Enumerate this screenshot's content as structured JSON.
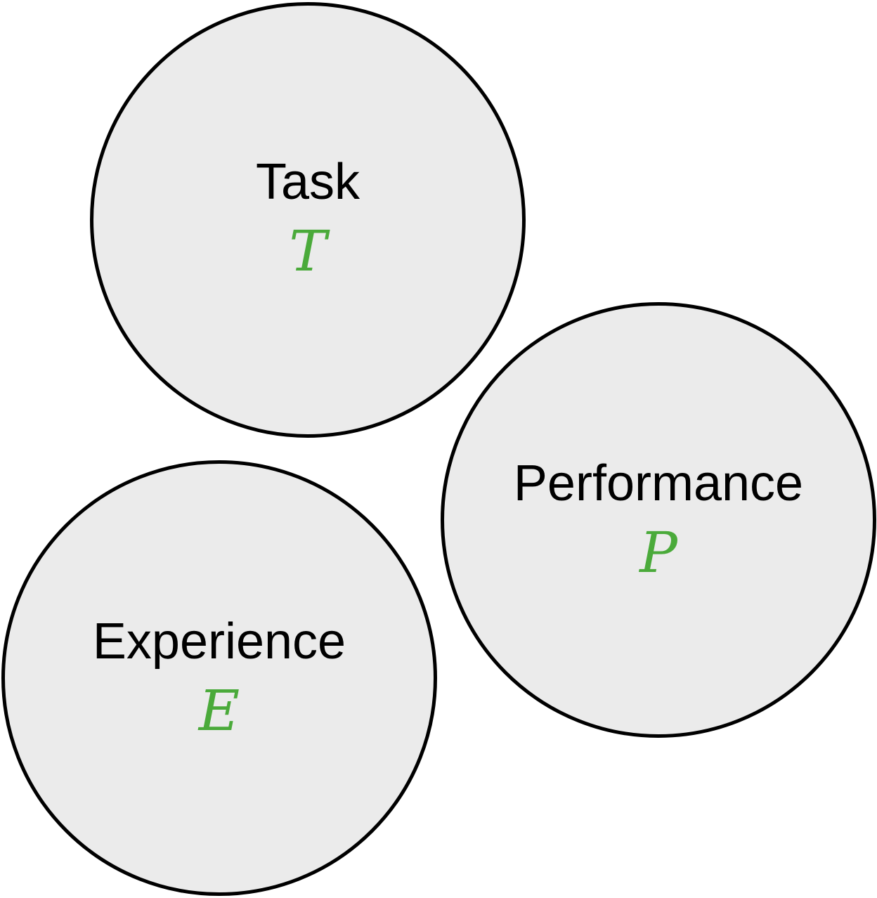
{
  "diagram": {
    "accent_color": "#4aaa3a",
    "fill_color": "#ebebeb",
    "stroke_color": "#000000",
    "nodes": [
      {
        "id": "task",
        "label": "Task",
        "symbol": "T"
      },
      {
        "id": "performance",
        "label": "Performance",
        "symbol": "P"
      },
      {
        "id": "experience",
        "label": "Experience",
        "symbol": "E"
      }
    ]
  }
}
